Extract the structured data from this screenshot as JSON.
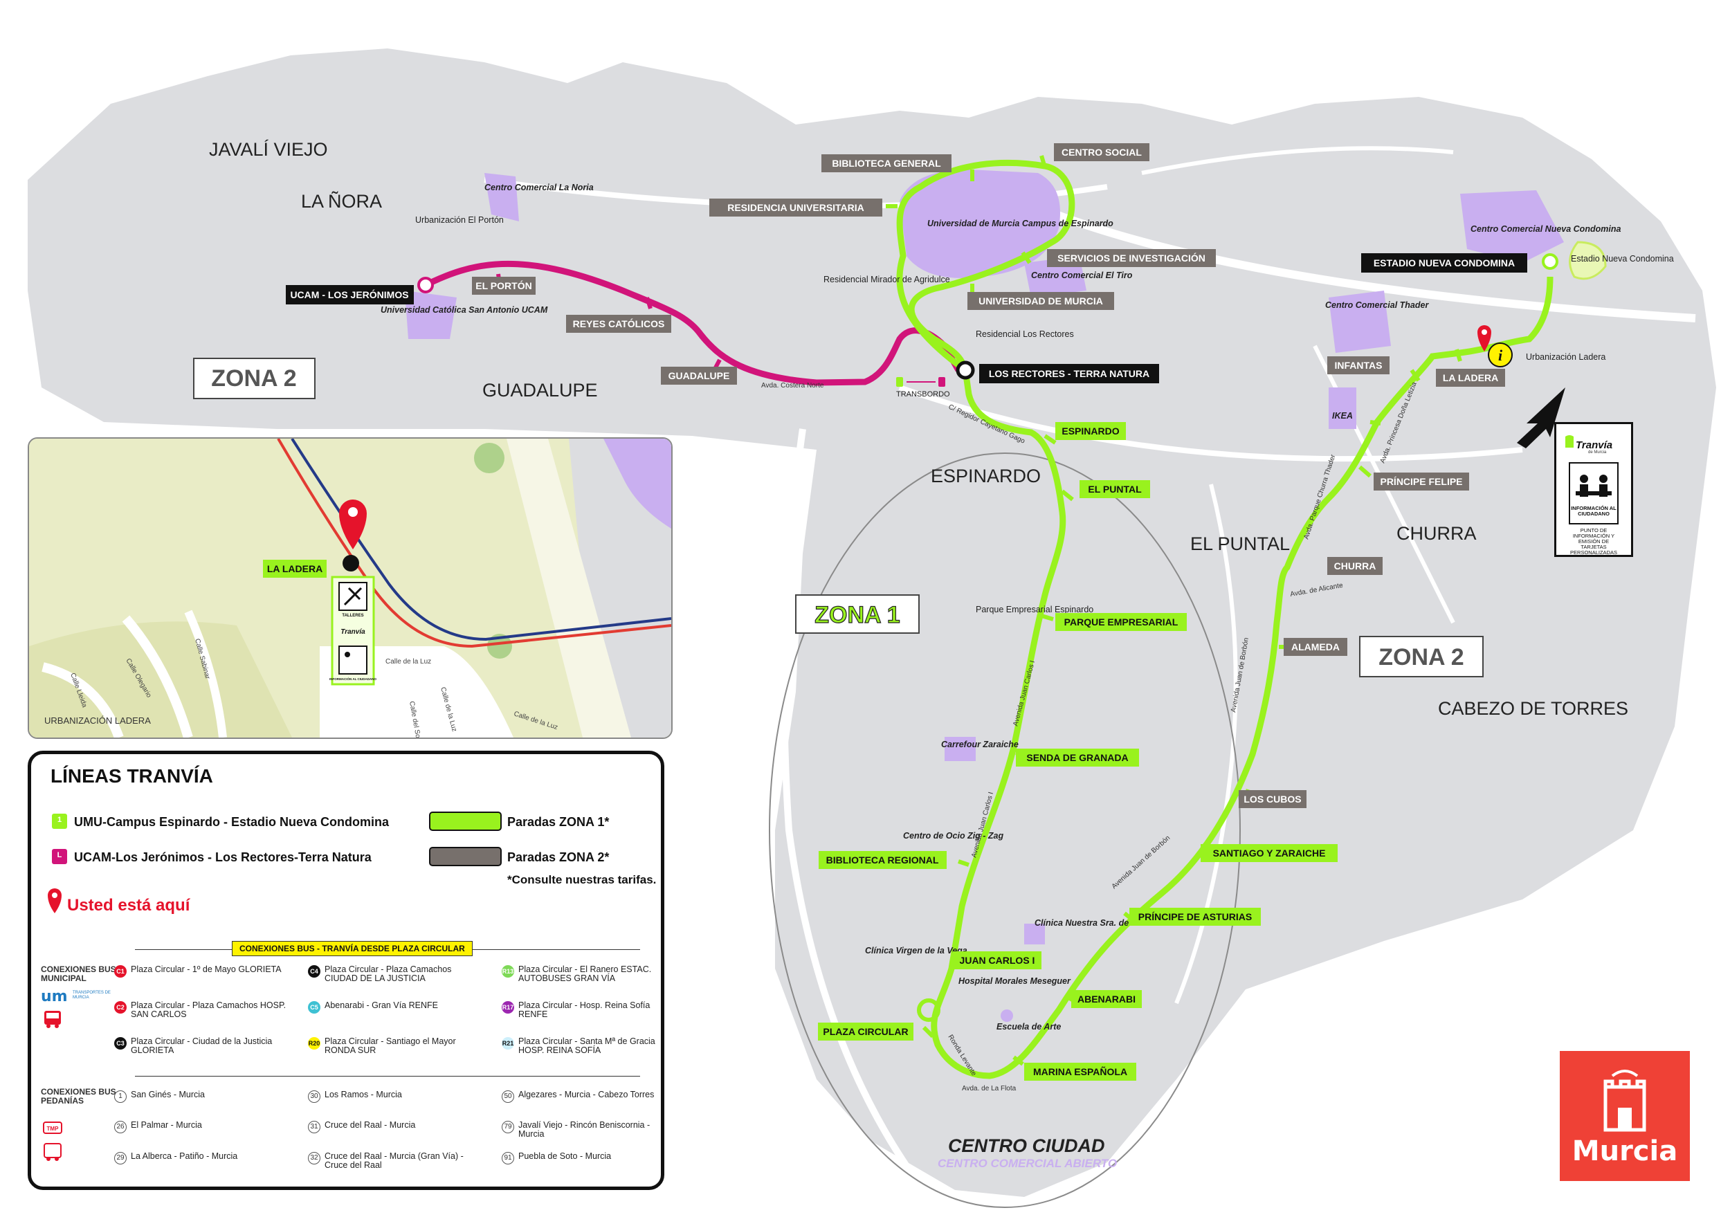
{
  "areas": {
    "javali_viejo": "JAVALÍ VIEJO",
    "la_nora": "LA ÑORA",
    "guadalupe": "GUADALUPE",
    "espinardo": "ESPINARDO",
    "el_puntal": "EL PUNTAL",
    "churra": "CHURRA",
    "cabezo_de_torres": "CABEZO DE TORRES",
    "centro_ciudad": "CENTRO CIUDAD",
    "centro_comercial_abierto": "CENTRO COMERCIAL ABIERTO"
  },
  "zones": {
    "zona2_left": "ZONA 2",
    "zona1": "ZONA 1",
    "zona2_right": "ZONA 2"
  },
  "places": {
    "cc_la_nora": "Centro Comercial La Noria",
    "urb_el_porton": "Urbanización El Portón",
    "ucam": "Universidad Católica San Antonio UCAM",
    "univ_murcia_campus": "Universidad de Murcia Campus de Espinardo",
    "cc_el_tiro": "Centro Comercial El Tiro",
    "res_mirador": "Residencial Mirador de Agridulce",
    "res_los_rectores": "Residencial Los Rectores",
    "transbordo": "TRANSBORDO",
    "parque_empresarial": "Parque Empresarial Espinardo",
    "carrefour": "Carrefour Zaraiche",
    "centro_ocio": "Centro de Ocio Zig - Zag",
    "clinica_virgen": "Clínica Virgen de la Vega",
    "clinica_belen": "Clínica Nuestra Sra. de Belén",
    "hospital_morales": "Hospital Morales Meseguer",
    "escuela_arte": "Escuela de Arte",
    "cc_nueva_condomina": "Centro Comercial Nueva Condomina",
    "estadio_nc": "Estadio Nueva Condomina",
    "cc_thader": "Centro Comercial Thader",
    "ikea": "IKEA",
    "urb_ladera": "Urbanización Ladera"
  },
  "streets": {
    "avda_costera_norte": "Avda. Costera Norte",
    "regidor_cayetano_gago": "C/ Regidor Cayetano Gago",
    "avda_juan_carlos_i_a": "Avenida Juan Carlos I",
    "avda_juan_carlos_i_b": "Avenida Juan Carlos I",
    "avda_juan_de_borbon_a": "Avenida Juan de Borbón",
    "avda_juan_de_borbon_b": "Avenida Juan de Borbón",
    "avda_princesa_letizia": "Avda. Princesa Doña Letizia",
    "avda_parque_churra": "Avda. Parque Churra Thader",
    "avda_alicante": "Avda. de Alicante",
    "ronda_levante": "Ronda Levante",
    "avda_la_flota": "Avda. de La Flota"
  },
  "stops_zone1": {
    "biblioteca_general": "BIBLIOTECA GENERAL",
    "centro_social": "CENTRO SOCIAL",
    "residencia_universitaria": "RESIDENCIA UNIVERSITARIA",
    "servicios_investigacion": "SERVICIOS DE INVESTIGACIÓN",
    "universidad_de_murcia": "UNIVERSIDAD DE MURCIA",
    "espinardo": "ESPINARDO",
    "el_puntal": "EL PUNTAL",
    "parque_empresarial": "PARQUE EMPRESARIAL",
    "senda_de_granada": "SENDA DE GRANADA",
    "biblioteca_regional": "BIBLIOTECA REGIONAL",
    "juan_carlos_i": "JUAN CARLOS I",
    "plaza_circular": "PLAZA CIRCULAR",
    "abenarabi": "ABENARABI",
    "marina_espanola": "MARINA ESPAÑOLA",
    "principe_de_asturias": "PRÍNCIPE DE ASTURIAS",
    "santiago_y_zaraiche": "SANTIAGO Y ZARAICHE"
  },
  "stops_zone2": {
    "el_porton": "EL PORTÓN",
    "reyes_catolicos": "REYES CATÓLICOS",
    "guadalupe": "GUADALUPE",
    "los_cubos": "LOS CUBOS",
    "alameda": "ALAMEDA",
    "churra": "CHURRA",
    "principe_felipe": "PRÍNCIPE FELIPE",
    "infantas": "INFANTAS",
    "la_ladera": "LA LADERA"
  },
  "terminals": {
    "ucam_los_jeronimos": "UCAM - LOS JERÓNIMOS",
    "los_rectores": "LOS RECTORES - TERRA NATURA",
    "estadio_nueva_condomina": "ESTADIO NUEVA CONDOMINA"
  },
  "inset": {
    "stop": "LA LADERA",
    "urbanizacion": "URBANIZACIÓN LADERA",
    "talleres": "TALLERES",
    "tranvia": "Tranvía",
    "informacion": "INFORMACIÓN AL CIUDADANO",
    "streets": [
      "Calle de la Luz",
      "Calle de la Luz",
      "Calle Olegario",
      "Calle Sabinar",
      "Calle Lleida",
      "Calle del Sol",
      "Calle de la Luz"
    ]
  },
  "legend": {
    "title": "LÍNEAS TRANVÍA",
    "line1_code": "1",
    "line1": "UMU-Campus Espinardo - Estadio Nueva Condomina",
    "lineL_code": "L",
    "lineL": "UCAM-Los Jerónimos - Los Rectores-Terra Natura",
    "zona1": "Paradas ZONA 1*",
    "zona2": "Paradas ZONA 2*",
    "note": "*Consulte nuestras tarifas.",
    "here": "Usted está aquí"
  },
  "connections": {
    "title": "CONEXIONES BUS - TRANVÍA DESDE PLAZA CIRCULAR",
    "municipal_label": "CONEXIONES BUS MUNICIPAL",
    "municipal_brand": "TRANSPORTES DE MURCIA",
    "municipal": [
      {
        "code": "C1",
        "color": "#e5132b",
        "text": "Plaza Circular - 1º de Mayo GLORIETA"
      },
      {
        "code": "C4",
        "color": "#111111",
        "text": "Plaza Circular - Plaza Camachos CIUDAD DE LA JUSTICIA"
      },
      {
        "code": "R13",
        "color": "#7ed957",
        "text": "Plaza Circular - El Ranero ESTAC. AUTOBUSES GRAN VÍA"
      },
      {
        "code": "C2",
        "color": "#e5132b",
        "text": "Plaza Circular - Plaza Camachos HOSP. SAN CARLOS"
      },
      {
        "code": "C5",
        "color": "#3ec1d3",
        "text": "Abenarabi - Gran Vía RENFE"
      },
      {
        "code": "R17",
        "color": "#9c27b0",
        "text": "Plaza Circular - Hosp. Reina Sofía RENFE"
      },
      {
        "code": "C3",
        "color": "#111111",
        "text": "Plaza Circular - Ciudad de la Justicia GLORIETA"
      },
      {
        "code": "R20",
        "color": "#fff200",
        "text": "Plaza Circular - Santiago el Mayor RONDA SUR"
      },
      {
        "code": "R21",
        "color": "#cdeffb",
        "text": "Plaza Circular - Santa Mª de Gracia HOSP. REINA SOFÍA"
      }
    ],
    "pedanias_label": "CONEXIONES BUS PEDANÍAS",
    "pedanias": [
      {
        "code": "1",
        "text": "San Ginés - Murcia"
      },
      {
        "code": "30",
        "text": "Los Ramos - Murcia"
      },
      {
        "code": "50",
        "text": "Algezares - Murcia - Cabezo Torres"
      },
      {
        "code": "26",
        "text": "El Palmar - Murcia"
      },
      {
        "code": "31",
        "text": "Cruce del Raal - Murcia"
      },
      {
        "code": "79",
        "text": "Javalí Viejo - Rincón Beniscornia - Murcia"
      },
      {
        "code": "29",
        "text": "La Alberca - Patiño - Murcia"
      },
      {
        "code": "32",
        "text": "Cruce del Raal - Murcia (Gran Vía) - Cruce del Raal"
      },
      {
        "code": "91",
        "text": "Puebla de Soto - Murcia"
      }
    ]
  },
  "oficina": {
    "brand": "Tranvía",
    "brand_sub": "de Murcia",
    "caption1": "INFORMACIÓN AL CIUDADANO",
    "caption2": "PUNTO DE INFORMACIÓN Y EMISIÓN DE TARJETAS PERSONALIZADAS"
  },
  "info_icon": "i",
  "logo": {
    "text": "Murcia"
  },
  "colors": {
    "line1": "#99f21e",
    "lineL": "#d1147a",
    "zona2_box": "#77706c",
    "terminal_box": "#111111",
    "campus_fill": "#c9aff0",
    "here_pin": "#e5132b"
  }
}
